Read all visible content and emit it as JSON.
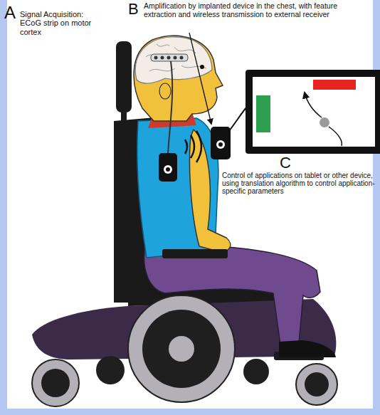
{
  "diagram": {
    "labels": [
      "A",
      "Signal Acquisition: ECoG strip on motor cortex",
      "B",
      "Amplification by implanted device in the chest, with feature extraction and wireless transmission to external receiver",
      "C",
      "Control of applications on tablet or other device, using translation algorithm to control application-specific parameters"
    ]
  }
}
